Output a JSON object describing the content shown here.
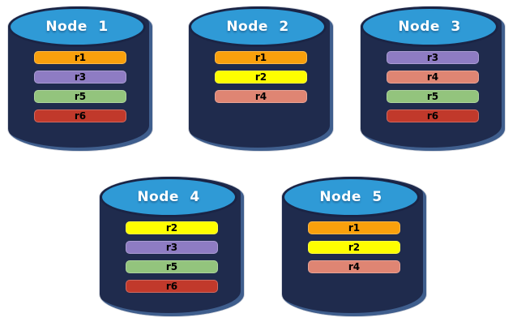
{
  "colors": {
    "background": "#FFFFFF",
    "cylinder_body": "#1F2B4D",
    "cylinder_top_fill": "#2F9AD6",
    "cylinder_outline": "#1A2445",
    "node_title_text": "#FFFFFF",
    "replica_label_text": "#000000",
    "replicas": {
      "r1": "#F9A00C",
      "r2": "#FEFE00",
      "r3": "#8E7CC3",
      "r4": "#DF8573",
      "r5": "#93C47D",
      "r6": "#C1392B"
    }
  },
  "nodes": [
    {
      "label": "Node 1",
      "replicas": [
        "r1",
        "r3",
        "r5",
        "r6"
      ]
    },
    {
      "label": "Node 2",
      "replicas": [
        "r1",
        "r2",
        "r4"
      ]
    },
    {
      "label": "Node 3",
      "replicas": [
        "r3",
        "r4",
        "r5",
        "r6"
      ]
    },
    {
      "label": "Node 4",
      "replicas": [
        "r2",
        "r3",
        "r5",
        "r6"
      ]
    },
    {
      "label": "Node 5",
      "replicas": [
        "r1",
        "r2",
        "r4"
      ]
    }
  ]
}
